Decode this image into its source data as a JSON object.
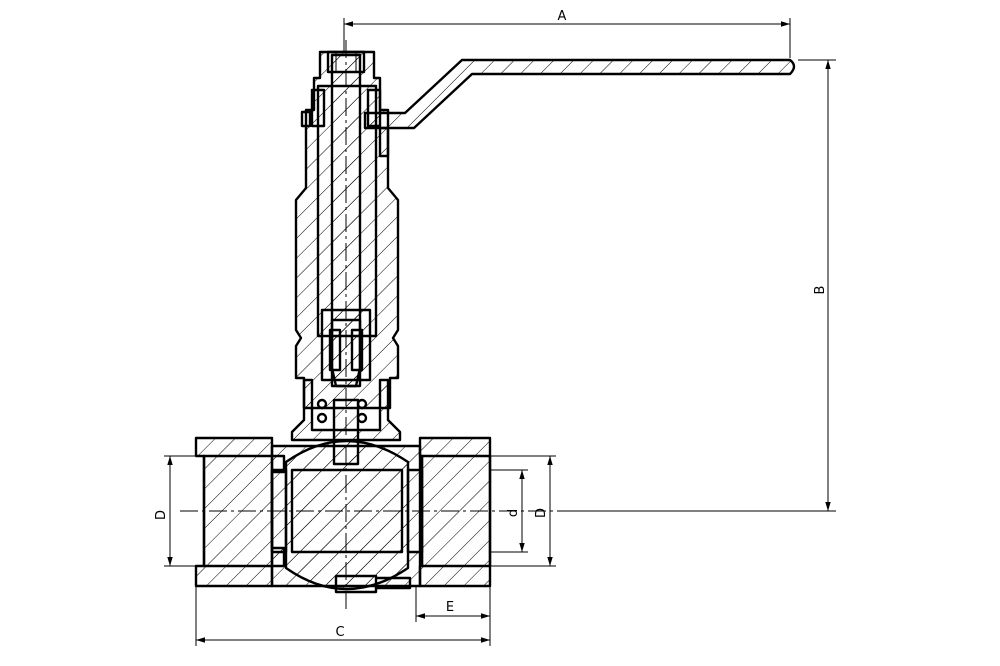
{
  "dimensions": {
    "A": "A",
    "B": "B",
    "C": "C",
    "D_left": "D",
    "D_right": "D",
    "d": "d",
    "E": "E"
  }
}
